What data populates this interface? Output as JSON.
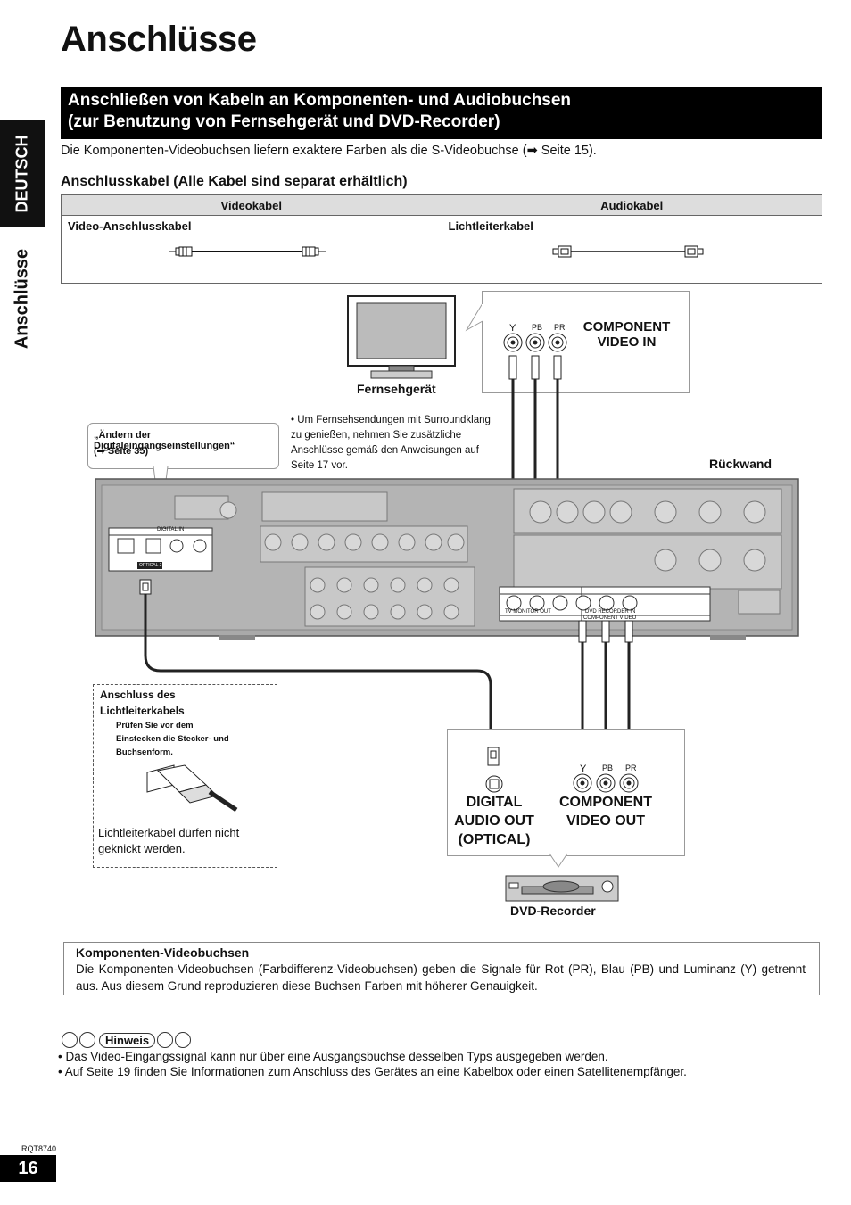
{
  "page": {
    "title": "Anschlüsse",
    "side_tab_language": "DEUTSCH",
    "side_tab_section": "Anschlüsse",
    "page_number": "16",
    "doc_code": "RQT8740"
  },
  "banner": {
    "line1": "Anschließen von Kabeln an Komponenten- und Audiobuchsen",
    "line2": "(zur Benutzung von Fernsehgerät und DVD-Recorder)"
  },
  "intro": "Die Komponenten-Videobuchsen liefern exaktere Farben als die S-Videobuchse (➡ Seite 15).",
  "cable_table": {
    "heading": "Anschlusskabel (Alle Kabel sind separat erhältlich)",
    "col1_header": "Videokabel",
    "col2_header": "Audiokabel",
    "col1_item": "Video-Anschlusskabel",
    "col2_item": "Lichtleiterkabel"
  },
  "diagram": {
    "tv_label": "Fernsehgerät",
    "tv_jacks": [
      "Y",
      "PB",
      "PR"
    ],
    "tv_input_label_1": "COMPONENT",
    "tv_input_label_2": "VIDEO IN",
    "callout_digital_1": "„Ändern der Digitaleingangseinstellungen“",
    "callout_digital_2": "(➡ Seite 35)",
    "surround_note": "• Um Fernsehsendungen mit Surroundklang zu genießen, nehmen Sie zusätzliche Anschlüsse gemäß den Anweisungen auf Seite 17 vor.",
    "rear_panel_label": "Rückwand",
    "panel_digital_in": "DIGITAL IN",
    "panel_optical": "OPTICAL 2",
    "panel_tv_monitor_out": "TV MONITOR OUT",
    "panel_dvd_recorder_in": "DVD RECORDER IN",
    "panel_component_video": "COMPONENT VIDEO",
    "optical_box_title_1": "Anschluss des",
    "optical_box_title_2": "Lichtleiterkabels",
    "optical_box_hint_1": "Prüfen Sie vor dem",
    "optical_box_hint_2": "Einstecken die Stecker- und",
    "optical_box_hint_3": "Buchsenform.",
    "optical_box_warning_1": "Lichtleiterkabel dürfen nicht",
    "optical_box_warning_2": "geknickt werden.",
    "dvd_out_digital_1": "DIGITAL",
    "dvd_out_digital_2": "AUDIO OUT",
    "dvd_out_digital_3": "(OPTICAL)",
    "dvd_out_component_1": "COMPONENT",
    "dvd_out_component_2": "VIDEO OUT",
    "dvd_jacks": [
      "Y",
      "PB",
      "PR"
    ],
    "dvd_label": "DVD-Recorder"
  },
  "note_box": {
    "heading": "Komponenten-Videobuchsen",
    "text": "Die Komponenten-Videobuchsen (Farbdifferenz-Videobuchsen) geben die Signale für Rot (PR), Blau (PB) und Luminanz (Y) getrennt aus. Aus diesem Grund reproduzieren diese Buchsen Farben mit höherer Genauigkeit."
  },
  "hinweis": {
    "label": "Hinweis",
    "items": [
      "• Das Video-Eingangssignal kann nur über eine Ausgangsbuchse desselben Typs ausgegeben werden.",
      "• Auf Seite 19 finden Sie Informationen zum Anschluss des Gerätes an eine Kabelbox oder einen Satellitenempfänger."
    ]
  }
}
